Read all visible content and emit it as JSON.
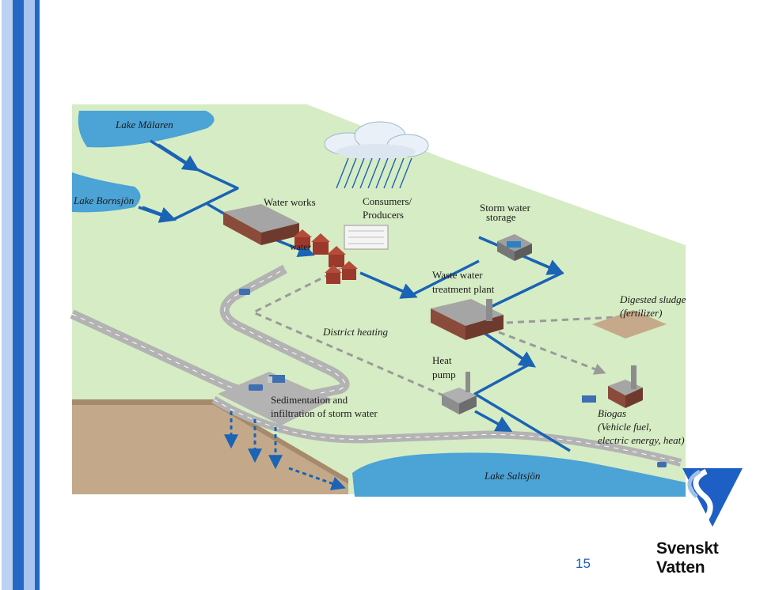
{
  "labels": {
    "lake_malaren": "Lake Mälaren",
    "lake_bornsjon": "Lake Bornsjön",
    "water_works": "Water works",
    "consumers_line1": "Consumers/",
    "consumers_line2": "Producers",
    "storm_water_line1": "Storm water",
    "storm_water_line2": "storage",
    "water": "water",
    "waste_water_line1": "Waste water",
    "waste_water_line2": "treatment plant",
    "digested_line1": "Digested sludge",
    "digested_line2": "(fertilizer)",
    "district_heating": "District heating",
    "heat_pump_line1": "Heat",
    "heat_pump_line2": "pump",
    "sedimentation_line1": "Sedimentation and",
    "sedimentation_line2": "infiltration of storm  water",
    "biogas_line1": "Biogas",
    "biogas_line2": "(Vehicle fuel,",
    "biogas_line3": "electric energy, heat)",
    "lake_saltsjon": "Lake Saltsjön"
  },
  "footer": {
    "page_number": "15",
    "brand": "Svenskt Vatten"
  },
  "colors": {
    "stripe_dark": "#2468c6",
    "stripe_light": "#a9c4ee",
    "land": "#d6ecc4",
    "water": "#4ba3d6",
    "pipe": "#1a63b5",
    "road": "#b3b3b3",
    "dashed": "#9a9a9a",
    "soil": "#c3a98a",
    "building_roof": "#a5a5a5",
    "building_wall": "#8a4b3a",
    "logo_blue": "#1d5fc4"
  },
  "icons": [
    "cloud-icon",
    "rain-icon",
    "water-works-building-icon",
    "houses-icon",
    "storm-storage-icon",
    "treatment-plant-icon",
    "heat-pump-icon",
    "biogas-plant-icon",
    "car-icon",
    "truck-icon",
    "svenskt-vatten-logo-icon"
  ]
}
